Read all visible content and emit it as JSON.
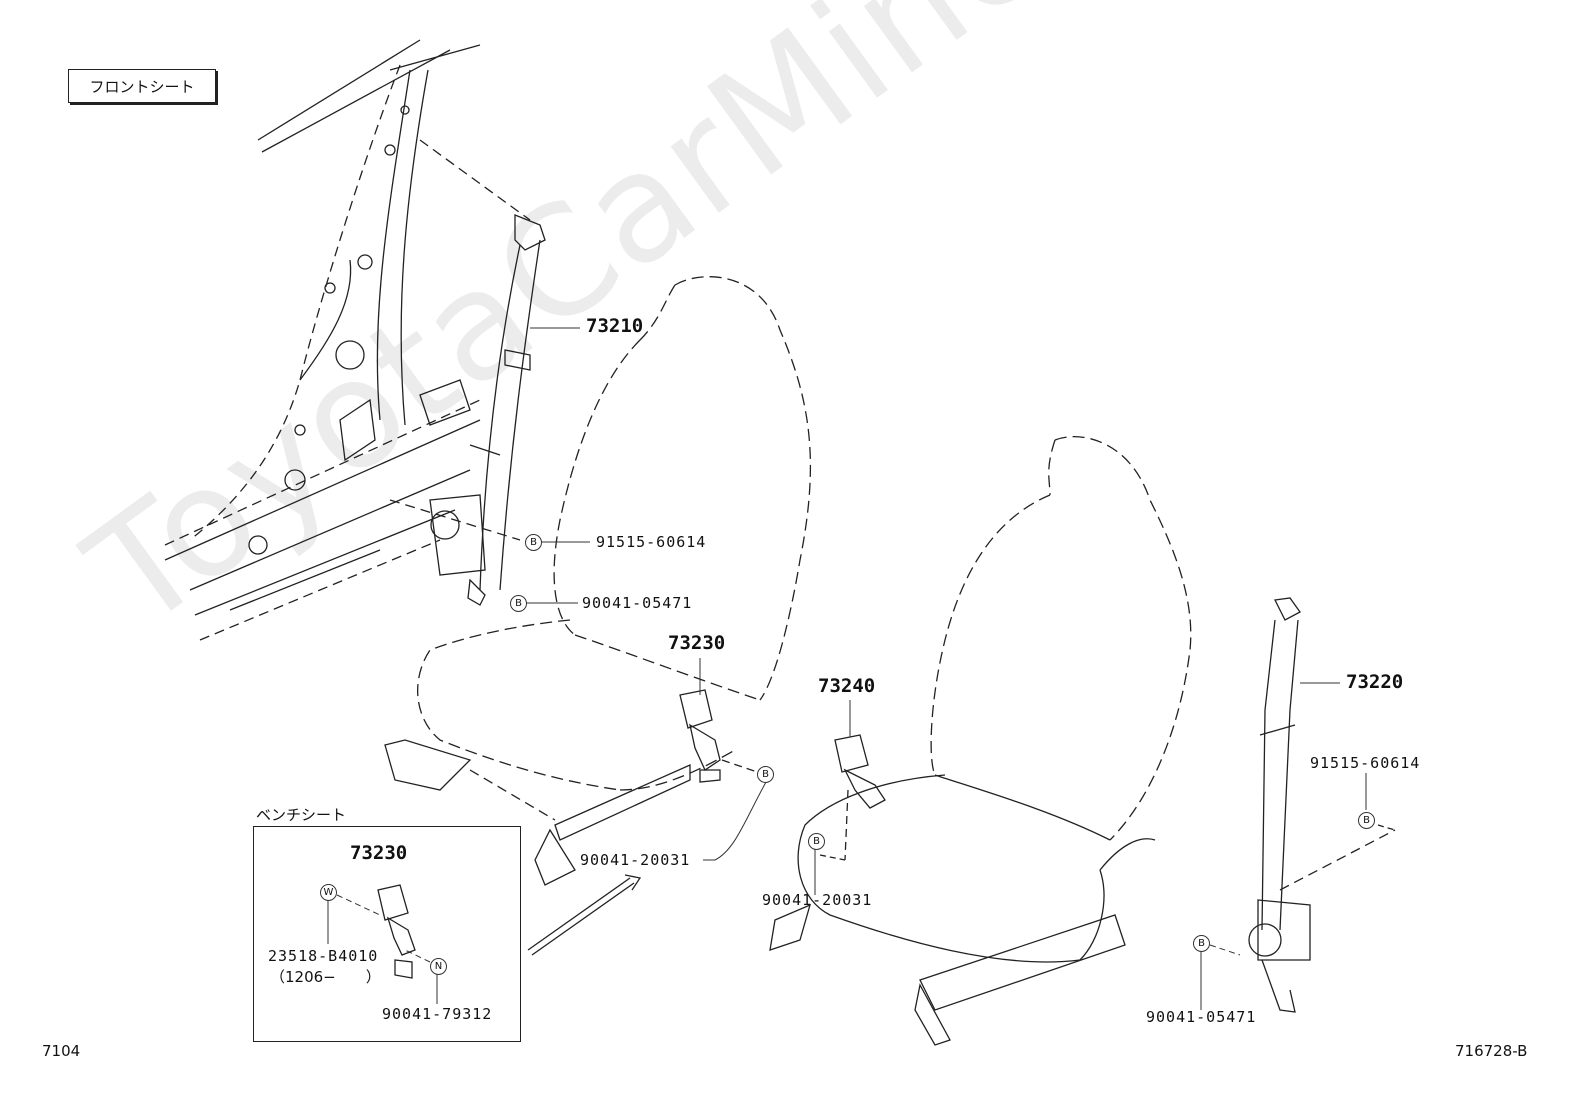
{
  "header": {
    "title": "フロントシート"
  },
  "watermark": "ToyotaCarMine.ru",
  "bench_section": {
    "title": "ベンチシート"
  },
  "footer": {
    "page_code": "7104",
    "illustration_id": "716728-B"
  },
  "parts": {
    "belt_front_left": "73210",
    "belt_front_right": "73220",
    "buckle_left": "73230",
    "buckle_right": "73240",
    "bench_buckle": "73230",
    "bolt_left_upper": "91515-60614",
    "bolt_left_lower": "90041-05471",
    "bolt_left_buckle": "90041-20031",
    "bolt_right_buckle": "90041-20031",
    "bolt_right_upper": "91515-60614",
    "bolt_right_lower": "90041-05471",
    "bench_part_a": "23518-B4010",
    "bench_part_a_note": "（1206−　　）",
    "bench_bolt": "90041-79312"
  },
  "callouts": {
    "b": "B",
    "w": "W",
    "n": "N"
  }
}
